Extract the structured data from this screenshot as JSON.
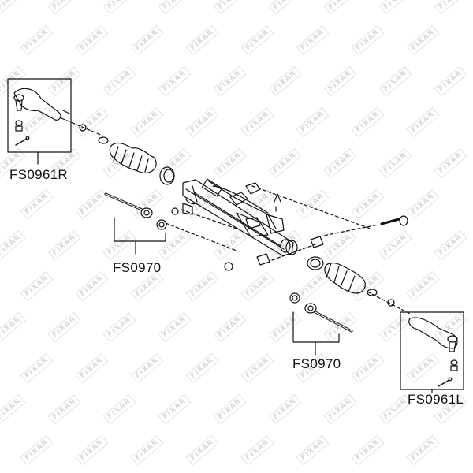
{
  "watermark": {
    "text": "FIXAR",
    "color": "#d9d9d9"
  },
  "labels": {
    "tie_rod_end_right": "FS0961R",
    "tie_rod_end_left": "FS0961L",
    "inner_tie_rod_left": "FS0970",
    "inner_tie_rod_right": "FS0970"
  },
  "colors": {
    "line": "#111111",
    "background": "#ffffff"
  }
}
